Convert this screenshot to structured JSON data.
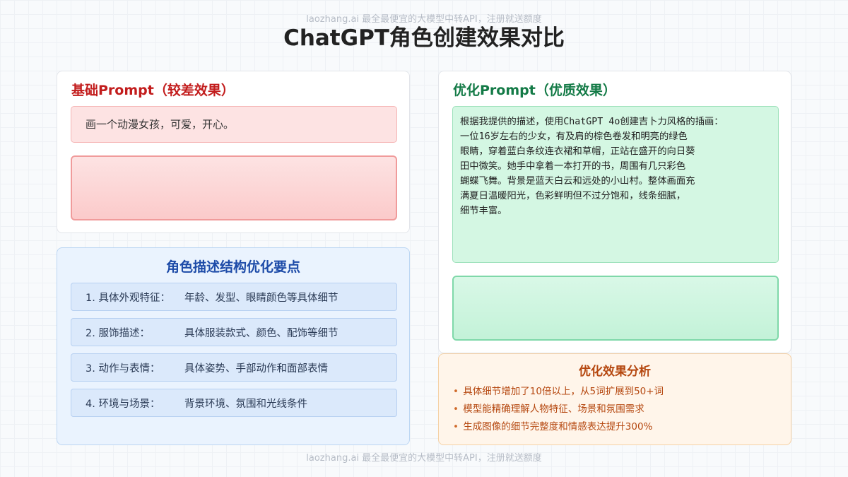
{
  "watermark": "laozhang.ai 最全最便宜的大模型中转API，注册就送额度",
  "title": "ChatGPT角色创建效果对比",
  "basic": {
    "title": "基础Prompt（较差效果）",
    "prompt": "画一个动漫女孩，可爱，开心。"
  },
  "optimized": {
    "title": "优化Prompt（优质效果）",
    "prompt": "根据我提供的描述，使用ChatGPT 4o创建吉卜力风格的插画：\n一位16岁左右的少女，有及肩的棕色卷发和明亮的绿色\n眼睛，穿着蓝白条纹连衣裙和草帽，正站在盛开的向日葵\n田中微笑。她手中拿着一本打开的书，周围有几只彩色\n蝴蝶飞舞。背景是蓝天白云和远处的小山村。整体画面充\n满夏日温暖阳光，色彩鲜明但不过分饱和，线条细腻，\n细节丰富。"
  },
  "structure": {
    "title": "角色描述结构优化要点",
    "items": [
      {
        "label": "1. 具体外观特征：",
        "desc": "年龄、发型、眼睛颜色等具体细节"
      },
      {
        "label": "2. 服饰描述：",
        "desc": "具体服装款式、颜色、配饰等细节"
      },
      {
        "label": "3. 动作与表情：",
        "desc": "具体姿势、手部动作和面部表情"
      },
      {
        "label": "4. 环境与场景：",
        "desc": "背景环境、氛围和光线条件"
      }
    ]
  },
  "analysis": {
    "title": "优化效果分析",
    "bullet": "•",
    "items": [
      "具体细节增加了10倍以上，从5词扩展到50+词",
      "模型能精确理解人物特征、场景和氛围需求",
      "生成图像的细节完整度和情感表达提升300%"
    ]
  },
  "colors": {
    "basic_accent": "#c21c1c",
    "optimized_accent": "#137a46",
    "structure_accent": "#1d4ba8",
    "analysis_accent": "#b5470f"
  }
}
